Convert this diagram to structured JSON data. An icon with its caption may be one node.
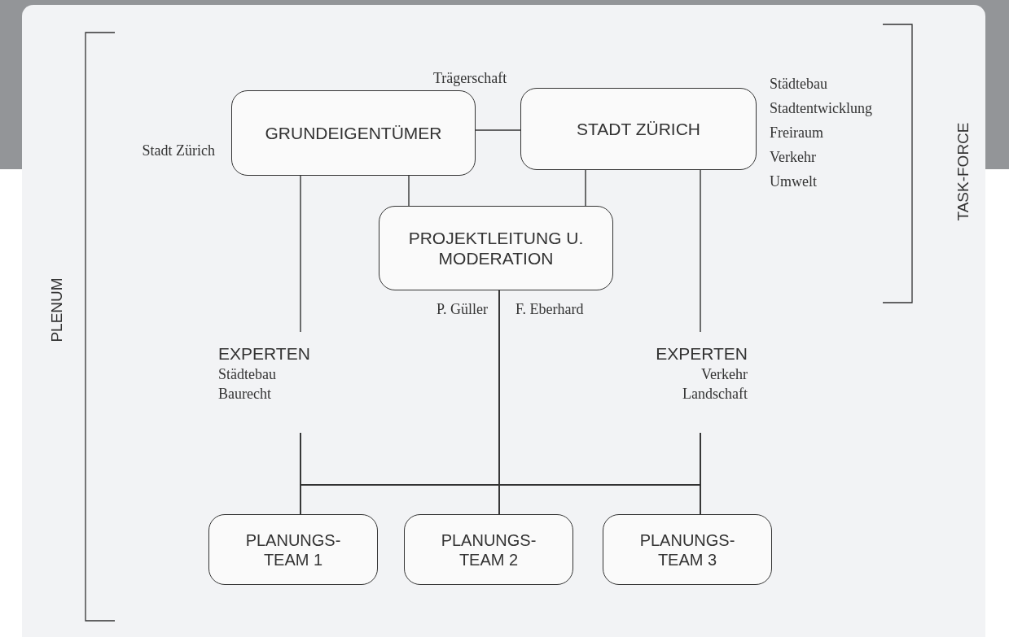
{
  "diagram": {
    "nodes": [
      {
        "text": [
          "GRUNDEIGENTÜMER"
        ]
      },
      {
        "text": [
          "STADT ZÜRICH"
        ]
      },
      {
        "text": [
          "PROJEKTLEITUNG U. MODERATION"
        ],
        "beside": [
          "P. Güller",
          "F. Eberhard"
        ]
      },
      {
        "text": [
          "EXPERTEN",
          "Städtebau Baurecht"
        ]
      },
      {
        "text": [
          "EXPERTEN",
          "Verkehr Landschaft"
        ]
      },
      {
        "text": [
          "PLANUNGS- TEAM 1"
        ]
      },
      {
        "text": [
          "PLANUNGS- TEAM 2"
        ]
      },
      {
        "text": [
          "PLANUNGS- TEAM 3"
        ]
      }
    ],
    "edges": [
      {
        "from": 0,
        "to": 1,
        "arrow": "none"
      },
      {
        "from": 0,
        "to": 2,
        "arrow": "none"
      },
      {
        "from": 1,
        "to": 2,
        "arrow": "none"
      },
      {
        "from": 0,
        "to": 3,
        "arrow": "none"
      },
      {
        "from": 1,
        "to": 4,
        "arrow": "none"
      },
      {
        "from": 3,
        "to": 5,
        "arrow": "none"
      },
      {
        "from": 3,
        "to": 6,
        "arrow": "none"
      },
      {
        "from": 3,
        "to": 7,
        "arrow": "none"
      },
      {
        "from": 2,
        "to": 5,
        "arrow": "none"
      },
      {
        "from": 2,
        "to": 6,
        "arrow": "none"
      },
      {
        "from": 2,
        "to": 7,
        "arrow": "none"
      },
      {
        "from": 4,
        "to": 5,
        "arrow": "none"
      },
      {
        "from": 4,
        "to": 6,
        "arrow": "none"
      },
      {
        "from": 4,
        "to": 7,
        "arrow": "none"
      }
    ],
    "labels": [
      "Trägerschaft",
      "Stadt Zürich",
      "Städtebau",
      "Stadtentwicklung",
      "Freiraum",
      "Verkehr",
      "Umwelt",
      "PLENUM",
      "TASK-FORCE"
    ]
  }
}
